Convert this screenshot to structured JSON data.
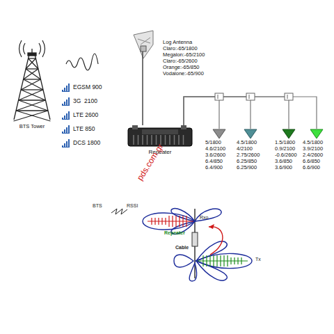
{
  "diagram": {
    "nodes": [
      {
        "text": [
          "BTS Tower"
        ]
      },
      {
        "text": [
          "Log Antenna",
          "Claro:-65/1800",
          "Megalon:-65/2100",
          "Claro:-65/2600",
          "Orange:-65/850",
          "Vodalone:-65/900"
        ]
      },
      {
        "text": [
          "Repeater"
        ]
      },
      {
        "text": [
          "5/1800",
          "4.6/2100",
          "3.6/2600",
          "6.4/850",
          "6.4/900"
        ]
      },
      {
        "text": [
          "4.5/1800",
          "4/2100",
          "2.75/2600",
          "6.25/850",
          "6.25/900"
        ]
      },
      {
        "text": [
          "1.5/1800",
          "0.9/2100",
          "-0.6/2600",
          "3.6/850",
          "3.6/900"
        ]
      },
      {
        "text": [
          "4.5/1800",
          "3.9/2100",
          "2.4/2600",
          "6.6/850",
          "6.6/900"
        ]
      }
    ],
    "edges": [
      {
        "from": 1,
        "to": 2,
        "arrow": "none"
      },
      {
        "from": 2,
        "to": 3,
        "arrow": "none"
      },
      {
        "from": 2,
        "to": 4,
        "arrow": "none"
      },
      {
        "from": 2,
        "to": 5,
        "arrow": "none"
      },
      {
        "from": 2,
        "to": 6,
        "arrow": "none"
      }
    ],
    "labels": [
      "pds.com.gr",
      "BTS",
      "RSSI",
      "Rxo",
      "Repeater",
      "Cable",
      "Tx"
    ],
    "legend": [
      {
        "text": "EGSM 900"
      },
      {
        "text": "3G  2100"
      },
      {
        "text": "LTE 2600"
      },
      {
        "text": "LTE 850"
      },
      {
        "text": "DCS 1800"
      }
    ]
  }
}
